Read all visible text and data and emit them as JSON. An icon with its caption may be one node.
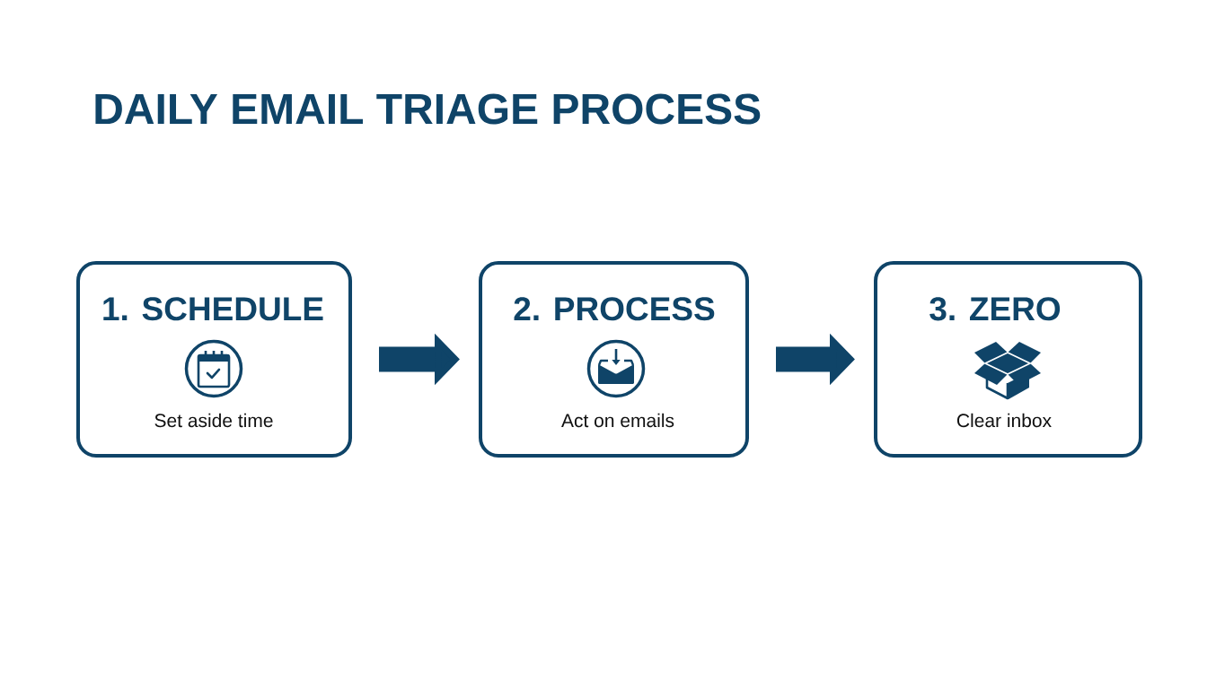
{
  "diagram": {
    "title": "DAILY EMAIL TRIAGE PROCESS",
    "nodes": [
      {
        "text": [
          "1. SCHEDULE",
          "Set aside time"
        ]
      },
      {
        "text": [
          "2. PROCESS",
          "Act on emails"
        ]
      },
      {
        "text": [
          "3. ZERO",
          "Clear inbox"
        ]
      }
    ],
    "edges": [
      {
        "from": 0,
        "to": 1,
        "arrow": "to"
      },
      {
        "from": 1,
        "to": 2,
        "arrow": "to"
      }
    ]
  }
}
